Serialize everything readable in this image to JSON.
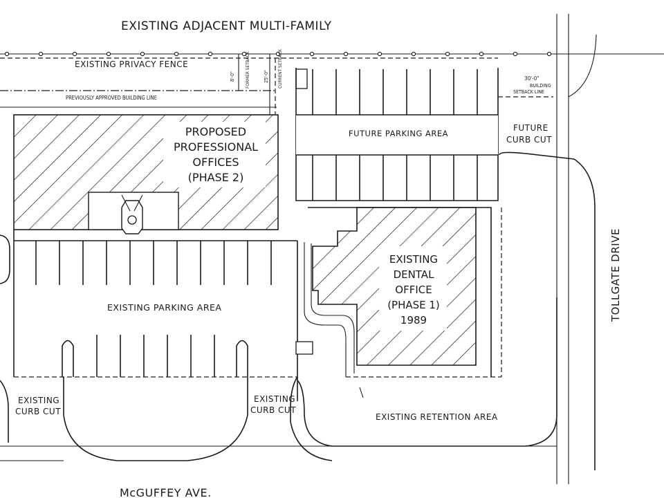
{
  "labels": {
    "adjacent": "EXISTING ADJACENT MULTI-FAMILY",
    "privacy_fence": "EXISTING PRIVACY FENCE",
    "prev_building_line": "PREVIOUSLY APPROVED BUILDING LINE",
    "former_dim": "8'-0\"",
    "former_setback": "FORMER SETBACK",
    "current_dim": "25'-0\"",
    "current_setback": "CURRENT SETBACK",
    "bldg_setback_dim": "30'-0\"",
    "bldg_setback_1": "BUILDING",
    "bldg_setback_2": "SETBACK LINE",
    "proposed": [
      "PROPOSED",
      "PROFESSIONAL",
      "OFFICES",
      "(PHASE 2)"
    ],
    "future_parking": "FUTURE PARKING AREA",
    "future_curb_1": "FUTURE",
    "future_curb_2": "CURB CUT",
    "existing_dental": [
      "EXISTING",
      "DENTAL",
      "OFFICE",
      "(PHASE 1)",
      "1989"
    ],
    "existing_parking": "EXISTING PARKING AREA",
    "curb_left_1": "EXISTING",
    "curb_left_2": "CURB CUT",
    "curb_mid_1": "EXISTING",
    "curb_mid_2": "CURB CUT",
    "retention": "EXISTING RETENTION AREA",
    "tollgate": "TOLLGATE DRIVE",
    "mcguffey": "McGUFFEY AVE."
  }
}
